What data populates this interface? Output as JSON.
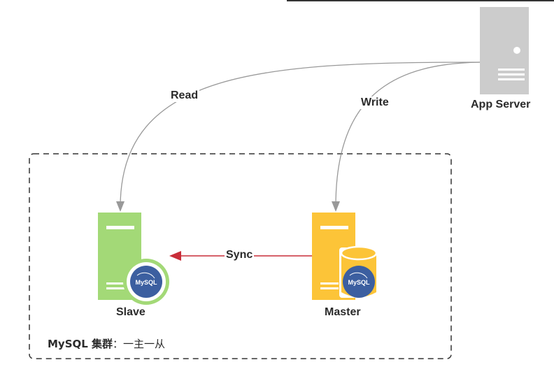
{
  "nodes": {
    "app_server": {
      "label": "App Server"
    },
    "slave": {
      "label": "Slave",
      "db_badge": "MySQL"
    },
    "master": {
      "label": "Master",
      "db_badge": "MySQL"
    }
  },
  "edges": {
    "read": "Read",
    "write": "Write",
    "sync": "Sync"
  },
  "cluster": {
    "title_bold": "MySQL 集群",
    "title_rest": "：一主一从"
  },
  "colors": {
    "slave": "#a3d977",
    "master": "#fcc438",
    "app_server": "#cccccc",
    "mysql_badge": "#3c5fa0",
    "sync_arrow": "#c92d39",
    "connector": "#999999"
  }
}
